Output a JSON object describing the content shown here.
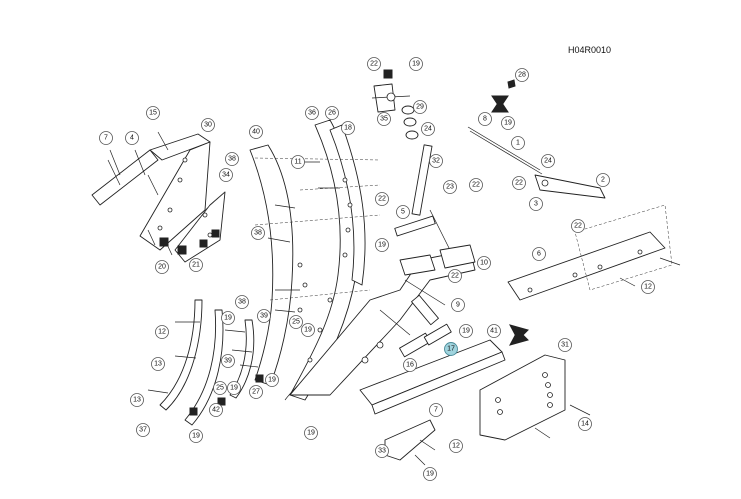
{
  "drawing": {
    "reference_code": "H04R0010",
    "highlighted_part": "17"
  },
  "callouts": [
    {
      "id": "c28",
      "label": "28"
    },
    {
      "id": "c22a",
      "label": "22"
    },
    {
      "id": "c19a",
      "label": "19"
    },
    {
      "id": "c29",
      "label": "29"
    },
    {
      "id": "c24a",
      "label": "24"
    },
    {
      "id": "c35",
      "label": "35"
    },
    {
      "id": "c36",
      "label": "36"
    },
    {
      "id": "c26",
      "label": "26"
    },
    {
      "id": "c18",
      "label": "18"
    },
    {
      "id": "c15",
      "label": "15"
    },
    {
      "id": "c30",
      "label": "30"
    },
    {
      "id": "c7a",
      "label": "7"
    },
    {
      "id": "c4",
      "label": "4"
    },
    {
      "id": "c40",
      "label": "40"
    },
    {
      "id": "c38a",
      "label": "38"
    },
    {
      "id": "c11",
      "label": "11"
    },
    {
      "id": "c34",
      "label": "34"
    },
    {
      "id": "c8",
      "label": "8"
    },
    {
      "id": "c19b",
      "label": "19"
    },
    {
      "id": "c1",
      "label": "1"
    },
    {
      "id": "c32",
      "label": "32"
    },
    {
      "id": "c24b",
      "label": "24"
    },
    {
      "id": "c22b",
      "label": "22"
    },
    {
      "id": "c2",
      "label": "2"
    },
    {
      "id": "c23",
      "label": "23"
    },
    {
      "id": "c22c",
      "label": "22"
    },
    {
      "id": "c3",
      "label": "3"
    },
    {
      "id": "c22d",
      "label": "22"
    },
    {
      "id": "c22e",
      "label": "22"
    },
    {
      "id": "c5",
      "label": "5"
    },
    {
      "id": "c38b",
      "label": "38"
    },
    {
      "id": "c19c",
      "label": "19"
    },
    {
      "id": "c20",
      "label": "20"
    },
    {
      "id": "c21",
      "label": "21"
    },
    {
      "id": "c10",
      "label": "10"
    },
    {
      "id": "c22f",
      "label": "22"
    },
    {
      "id": "c6",
      "label": "6"
    },
    {
      "id": "c38c",
      "label": "38"
    },
    {
      "id": "c12a",
      "label": "12"
    },
    {
      "id": "c9",
      "label": "9"
    },
    {
      "id": "c12b",
      "label": "12"
    },
    {
      "id": "c19d",
      "label": "19"
    },
    {
      "id": "c39a",
      "label": "39"
    },
    {
      "id": "c25a",
      "label": "25"
    },
    {
      "id": "c19e",
      "label": "19"
    },
    {
      "id": "c19f",
      "label": "19"
    },
    {
      "id": "c41",
      "label": "41"
    },
    {
      "id": "c17",
      "label": "17"
    },
    {
      "id": "c13a",
      "label": "13"
    },
    {
      "id": "c39b",
      "label": "39"
    },
    {
      "id": "c16",
      "label": "16"
    },
    {
      "id": "c31",
      "label": "31"
    },
    {
      "id": "c25b",
      "label": "25"
    },
    {
      "id": "c19g",
      "label": "19"
    },
    {
      "id": "c27",
      "label": "27"
    },
    {
      "id": "c19h",
      "label": "19"
    },
    {
      "id": "c13b",
      "label": "13"
    },
    {
      "id": "c42",
      "label": "42"
    },
    {
      "id": "c7b",
      "label": "7"
    },
    {
      "id": "c37",
      "label": "37"
    },
    {
      "id": "c19i",
      "label": "19"
    },
    {
      "id": "c19j",
      "label": "19"
    },
    {
      "id": "c14",
      "label": "14"
    },
    {
      "id": "c33",
      "label": "33"
    },
    {
      "id": "c12c",
      "label": "12"
    },
    {
      "id": "c19k",
      "label": "19"
    }
  ]
}
